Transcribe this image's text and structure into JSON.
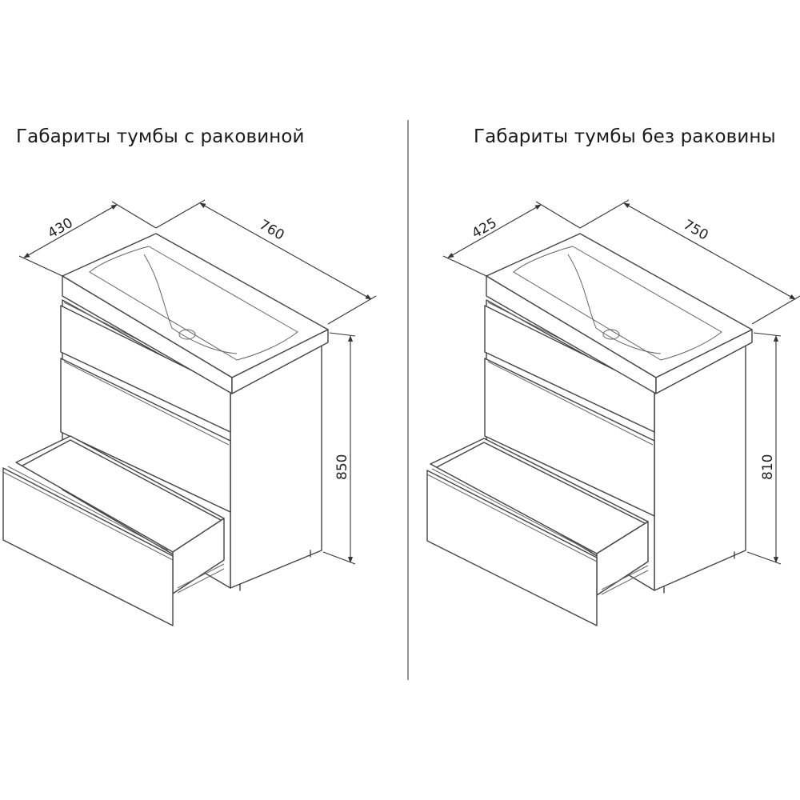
{
  "titles": {
    "left": "Габариты тумбы с раковиной",
    "right": "Габариты тумбы без раковины"
  },
  "left_unit": {
    "depth": "430",
    "width": "760",
    "height": "850"
  },
  "right_unit": {
    "depth": "425",
    "width": "750",
    "height": "810"
  }
}
